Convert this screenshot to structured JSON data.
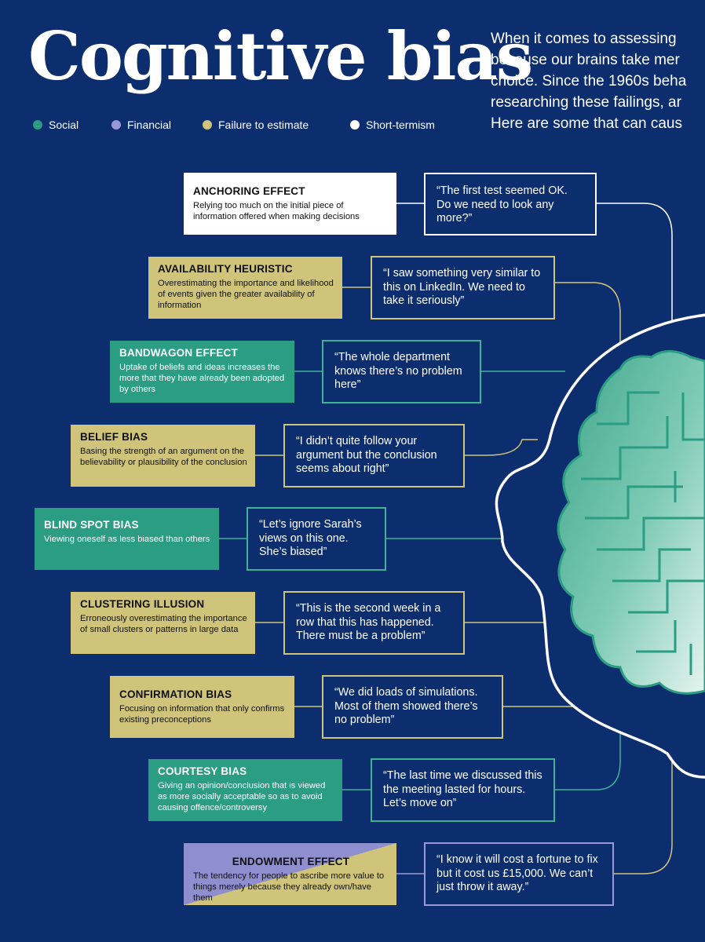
{
  "header": {
    "title": "Cognitive bias",
    "intro_lines": [
      "When it comes to assessing",
      "because our brains take mer",
      "choice. Since the 1960s beha",
      "researching these failings, ar",
      "Here are some that can caus"
    ]
  },
  "legend": [
    {
      "label": "Social",
      "color": "#2a9d83"
    },
    {
      "label": "Financial",
      "color": "#9b98d8"
    },
    {
      "label": "Failure to estimate",
      "color": "#cfc47a"
    },
    {
      "label": "Short-termism",
      "color": "#ffffff"
    }
  ],
  "biases": [
    {
      "name": "ANCHORING EFFECT",
      "description": "Relying too much on the initial piece of information offered when making decisions",
      "category": "Short-termism",
      "quote": "“The first test seemed OK. Do we need to look any more?”"
    },
    {
      "name": "AVAILABILITY HEURISTIC",
      "description": "Overestimating the importance and likelihood of events given the greater availability of information",
      "category": "Failure to estimate",
      "quote": "“I saw something very similar to this on LinkedIn. We need to take it seriously”"
    },
    {
      "name": "BANDWAGON EFFECT",
      "description": "Uptake of beliefs and ideas increases the more that they have already been adopted by others",
      "category": "Social",
      "quote": "“The whole department knows there’s no problem here”"
    },
    {
      "name": "BELIEF BIAS",
      "description": "Basing the strength of an argument on the believability or plausibility of the conclusion",
      "category": "Failure to estimate",
      "quote": "“I didn’t quite follow your argument but the conclusion seems about right”"
    },
    {
      "name": "BLIND SPOT BIAS",
      "description": "Viewing oneself as less biased than others",
      "category": "Social",
      "quote": "“Let’s ignore Sarah’s views on this one. She’s biased”"
    },
    {
      "name": "CLUSTERING ILLUSION",
      "description": "Erroneously overestimating the importance of small clusters or patterns in large data",
      "category": "Failure to estimate",
      "quote": "“This is the second week in a row that this has happened. There must be a problem”"
    },
    {
      "name": "CONFIRMATION BIAS",
      "description": "Focusing on information that only confirms existing preconceptions",
      "category": "Failure to estimate",
      "quote": "“We did loads of simulations. Most of them showed there’s no problem”"
    },
    {
      "name": "COURTESY BIAS",
      "description": "Giving an opinion/conclusion that is viewed as more socially acceptable so as to avoid causing offence/controversy",
      "category": "Social",
      "quote": "“The last time we discussed this the meeting lasted for hours. Let’s move on”"
    },
    {
      "name": "ENDOWMENT EFFECT",
      "description": "The tendency for people to ascribe more value to things merely because they already own/have them",
      "category": "Financial / Failure to estimate",
      "quote": "“I know it will cost a fortune to fix but it cost us £15,000. We can’t just throw it away.”"
    }
  ]
}
